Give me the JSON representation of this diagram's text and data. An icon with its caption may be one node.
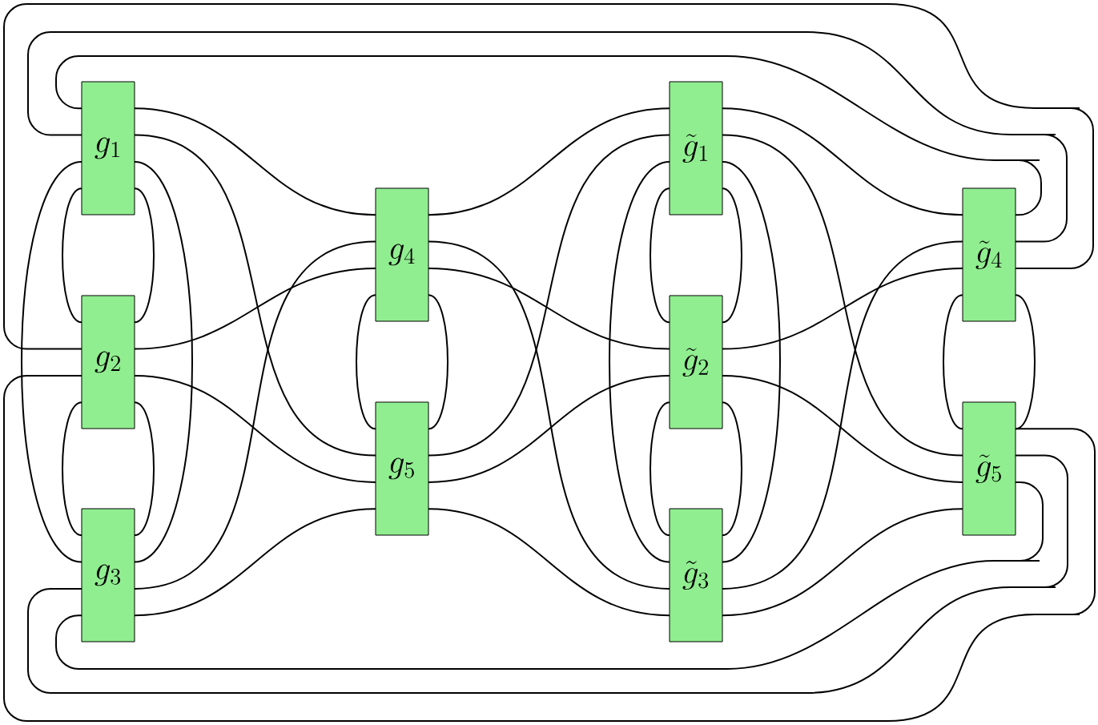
{
  "diagram": {
    "nodes": [
      {
        "text": [
          "g_1"
        ]
      },
      {
        "text": [
          "g_2"
        ]
      },
      {
        "text": [
          "g_3"
        ]
      },
      {
        "text": [
          "g_4"
        ]
      },
      {
        "text": [
          "g_5"
        ]
      },
      {
        "text": [
          "\\tilde{g}_1"
        ]
      },
      {
        "text": [
          "\\tilde{g}_2"
        ]
      },
      {
        "text": [
          "\\tilde{g}_3"
        ]
      },
      {
        "text": [
          "\\tilde{g}_4"
        ]
      },
      {
        "text": [
          "\\tilde{g}_5"
        ]
      }
    ],
    "edges": [
      {
        "from": 0,
        "to": 8,
        "arrow": "none"
      },
      {
        "from": 0,
        "to": 8,
        "arrow": "none"
      },
      {
        "from": 1,
        "to": 8,
        "arrow": "none"
      },
      {
        "from": 1,
        "to": 9,
        "arrow": "none"
      },
      {
        "from": 2,
        "to": 9,
        "arrow": "none"
      },
      {
        "from": 2,
        "to": 9,
        "arrow": "none"
      },
      {
        "from": 0,
        "to": 2,
        "arrow": "none"
      },
      {
        "from": 0,
        "to": 1,
        "arrow": "none"
      },
      {
        "from": 1,
        "to": 2,
        "arrow": "none"
      },
      {
        "from": 0,
        "to": 2,
        "arrow": "none"
      },
      {
        "from": 0,
        "to": 1,
        "arrow": "none"
      },
      {
        "from": 1,
        "to": 2,
        "arrow": "none"
      },
      {
        "from": 0,
        "to": 3,
        "arrow": "none"
      },
      {
        "from": 0,
        "to": 4,
        "arrow": "none"
      },
      {
        "from": 1,
        "to": 3,
        "arrow": "none"
      },
      {
        "from": 1,
        "to": 4,
        "arrow": "none"
      },
      {
        "from": 2,
        "to": 3,
        "arrow": "none"
      },
      {
        "from": 2,
        "to": 4,
        "arrow": "none"
      },
      {
        "from": 3,
        "to": 4,
        "arrow": "none"
      },
      {
        "from": 3,
        "to": 4,
        "arrow": "none"
      },
      {
        "from": 3,
        "to": 5,
        "arrow": "none"
      },
      {
        "from": 3,
        "to": 7,
        "arrow": "none"
      },
      {
        "from": 3,
        "to": 6,
        "arrow": "none"
      },
      {
        "from": 4,
        "to": 5,
        "arrow": "none"
      },
      {
        "from": 4,
        "to": 6,
        "arrow": "none"
      },
      {
        "from": 4,
        "to": 7,
        "arrow": "none"
      },
      {
        "from": 5,
        "to": 7,
        "arrow": "none"
      },
      {
        "from": 5,
        "to": 6,
        "arrow": "none"
      },
      {
        "from": 6,
        "to": 7,
        "arrow": "none"
      },
      {
        "from": 5,
        "to": 7,
        "arrow": "none"
      },
      {
        "from": 5,
        "to": 6,
        "arrow": "none"
      },
      {
        "from": 6,
        "to": 7,
        "arrow": "none"
      },
      {
        "from": 5,
        "to": 8,
        "arrow": "none"
      },
      {
        "from": 5,
        "to": 9,
        "arrow": "none"
      },
      {
        "from": 6,
        "to": 8,
        "arrow": "none"
      },
      {
        "from": 6,
        "to": 9,
        "arrow": "none"
      },
      {
        "from": 7,
        "to": 8,
        "arrow": "none"
      },
      {
        "from": 7,
        "to": 9,
        "arrow": "none"
      },
      {
        "from": 8,
        "to": 9,
        "arrow": "none"
      },
      {
        "from": 8,
        "to": 9,
        "arrow": "none"
      }
    ]
  }
}
